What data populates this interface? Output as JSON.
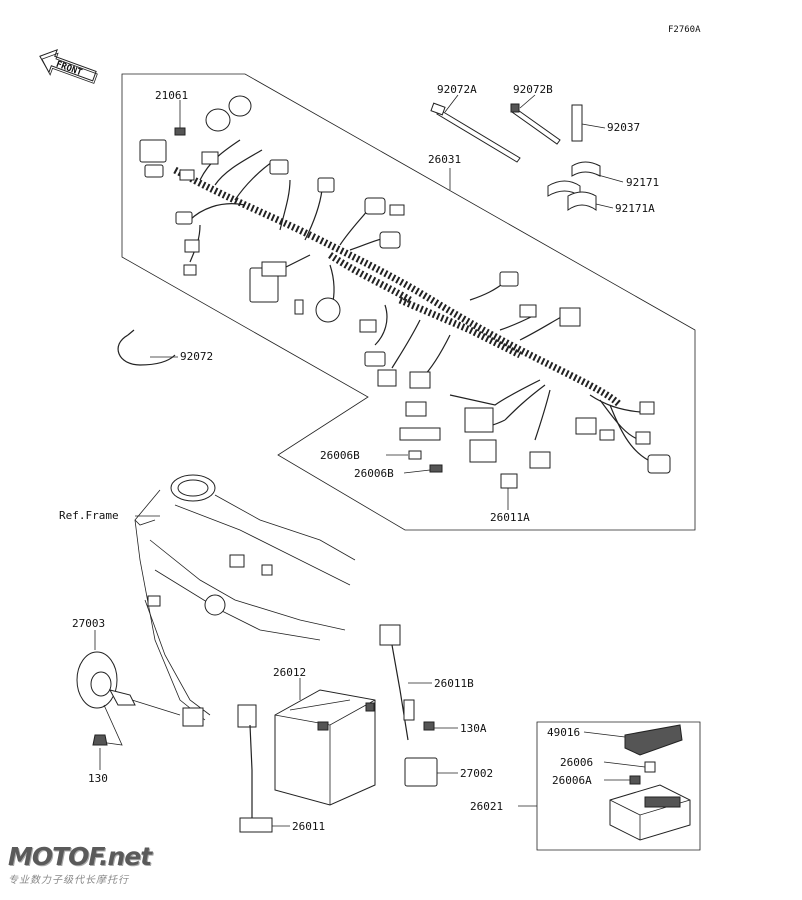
{
  "figure_code": "F2760A",
  "front_label": "FRONT",
  "labels": {
    "p21061": "21061",
    "p92072A": "92072A",
    "p92072B": "92072B",
    "p92037": "92037",
    "p26031": "26031",
    "p92171": "92171",
    "p92171A": "92171A",
    "p92072": "92072",
    "p26006B_1": "26006B",
    "p26006B_2": "26006B",
    "p26011A": "26011A",
    "ref_frame": "Ref.Frame",
    "p27003": "27003",
    "p130_left": "130",
    "p26012": "26012",
    "p26011B": "26011B",
    "p130A": "130A",
    "p27002": "27002",
    "p26011": "26011",
    "p49016": "49016",
    "p26006": "26006",
    "p26006A": "26006A",
    "p26021": "26021"
  },
  "watermark": {
    "logo": "MOTOF.net",
    "subtitle": "专业数力子级代长摩托行"
  }
}
